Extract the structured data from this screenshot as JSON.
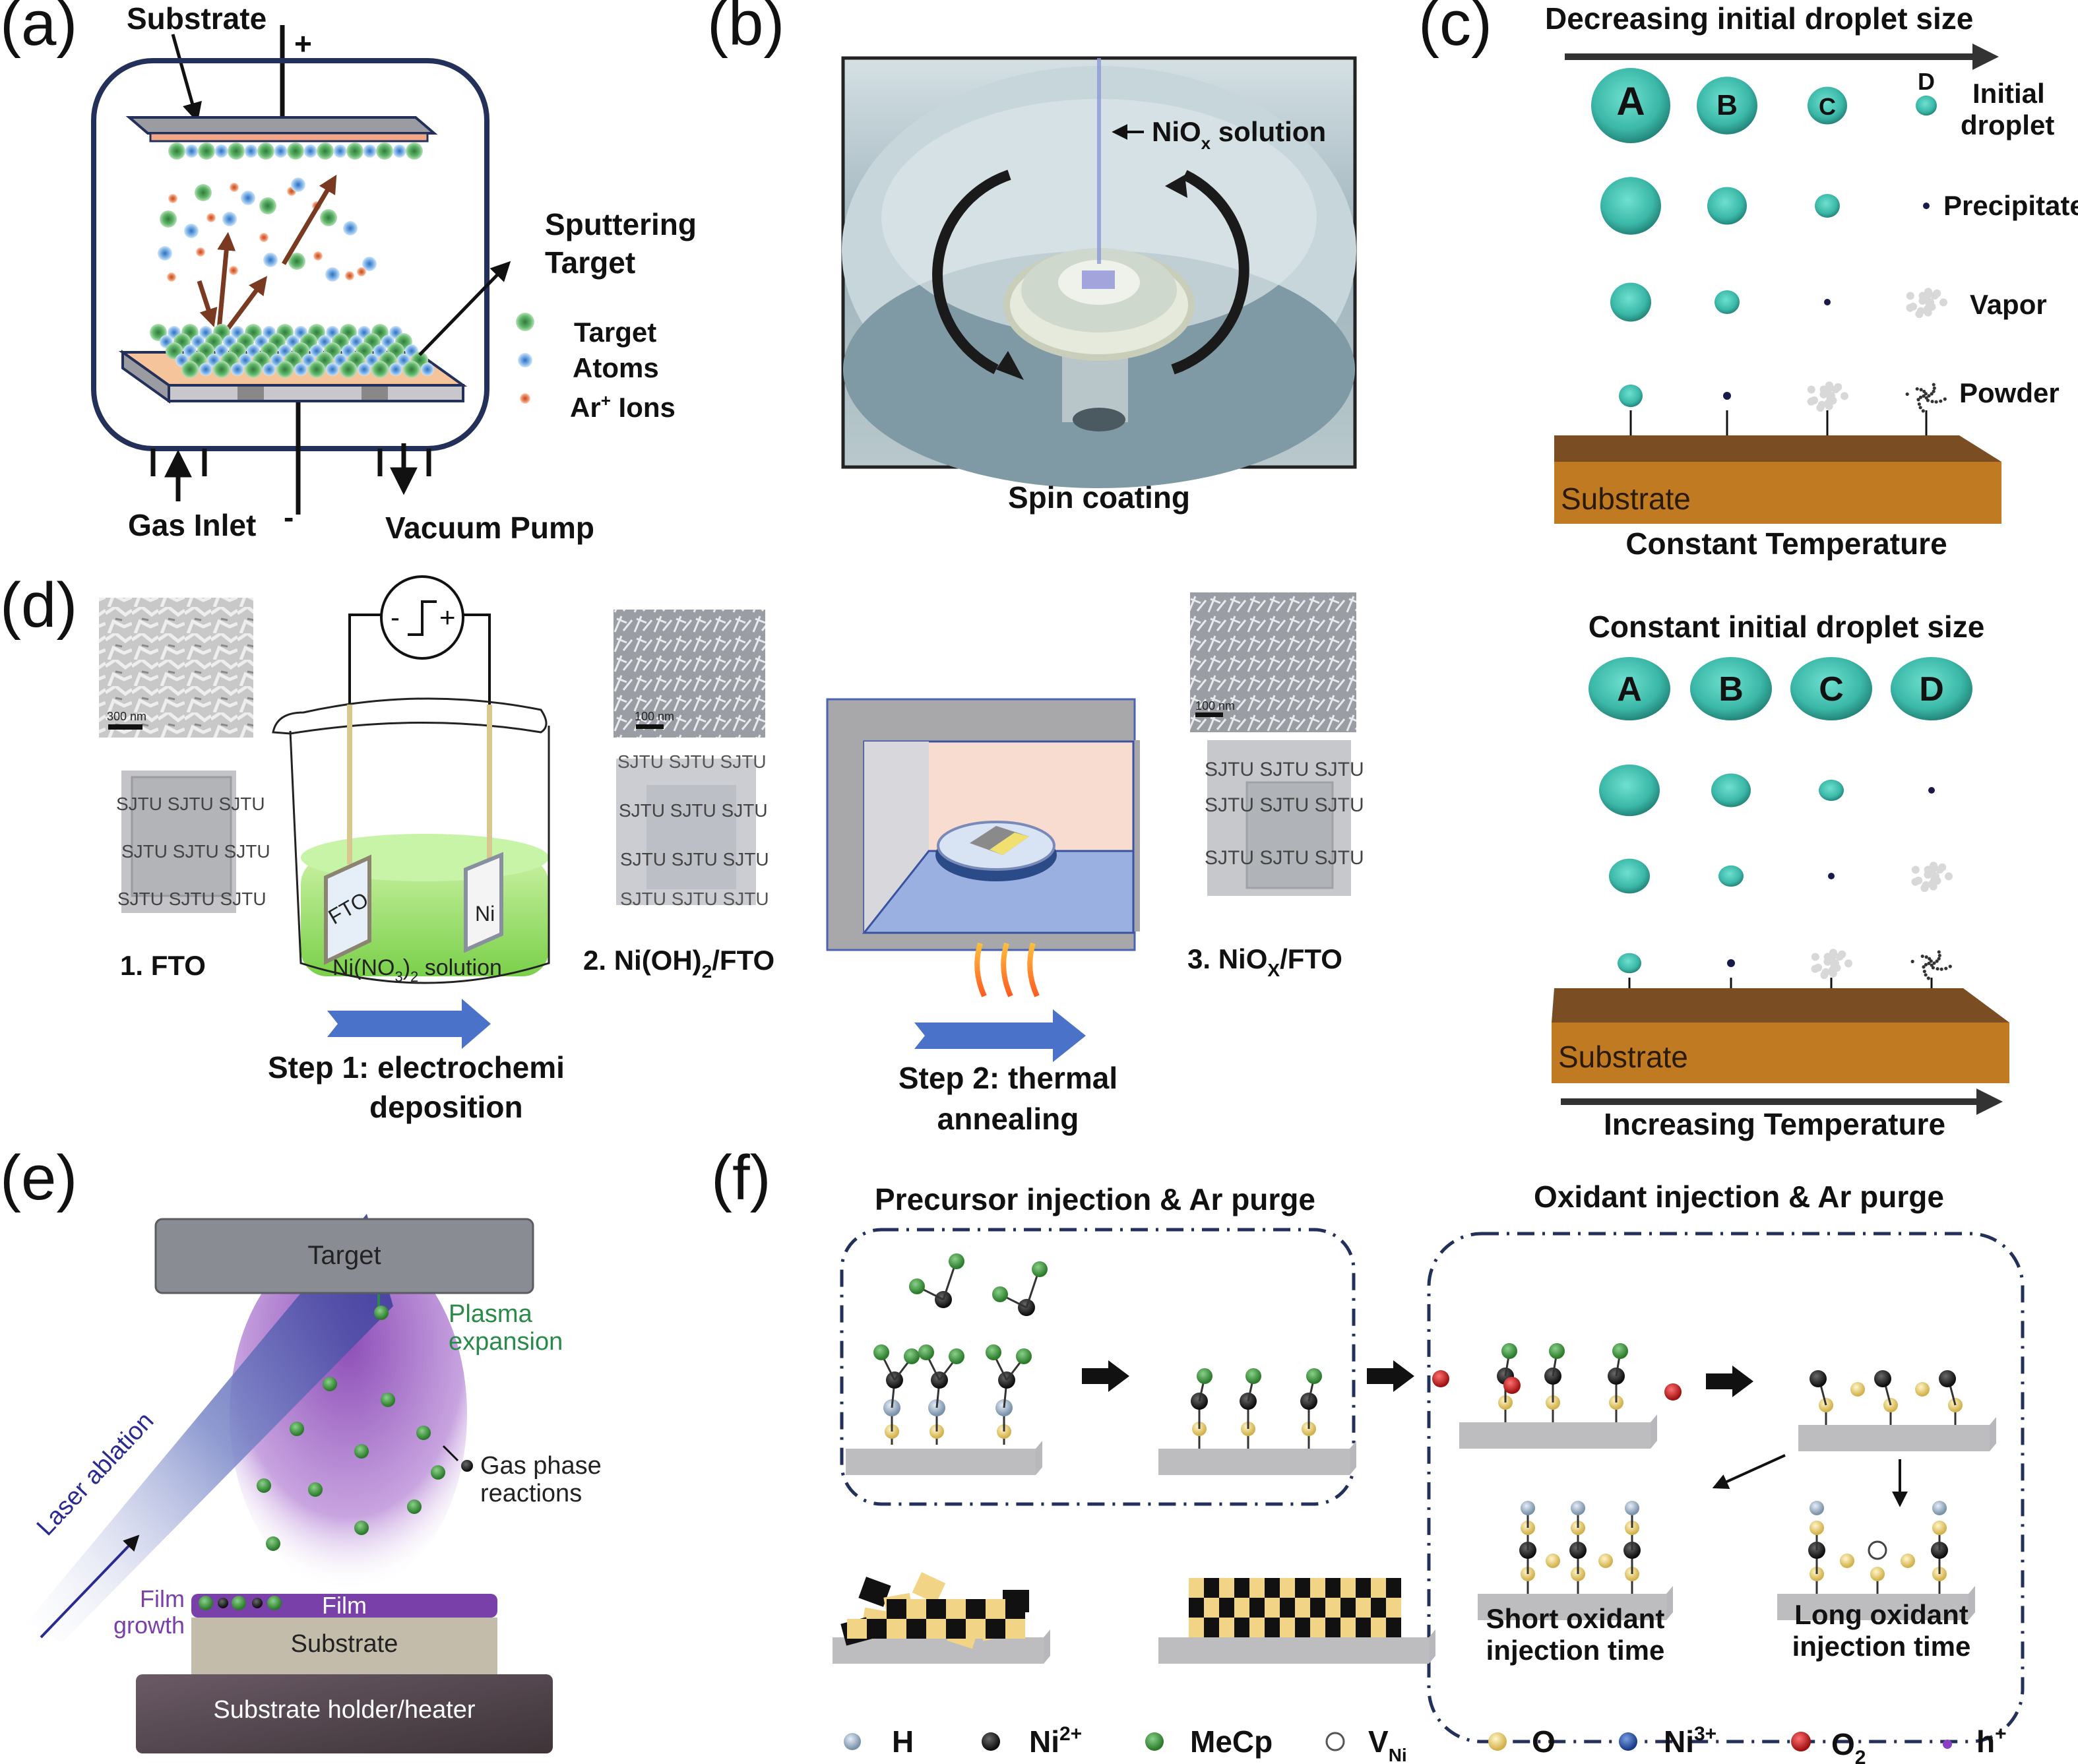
{
  "figure": {
    "panels": {
      "a": {
        "label": "(a)",
        "substrate": "Substrate",
        "plus": "+",
        "minus": "-",
        "sputtering_target_1": "Sputtering",
        "sputtering_target_2": "Target",
        "legend": [
          {
            "text": "Target",
            "color": "#4fa85a"
          },
          {
            "text": "Atoms",
            "color": "#4a90d9"
          },
          {
            "text": "Ar",
            "sup": "+",
            "text2": " Ions",
            "color": "#e07040"
          }
        ],
        "gas_inlet": "Gas Inlet",
        "vacuum_pump": "Vacuum Pump"
      },
      "b": {
        "label": "(b)",
        "solution_main": "NiO",
        "solution_sub": "x",
        "solution_rest": " solution",
        "caption": "Spin coating"
      },
      "c": {
        "label": "(c)",
        "top_title": "Decreasing initial droplet size",
        "column_letters": [
          "A",
          "B",
          "C",
          "D"
        ],
        "row_labels": {
          "initial_1": "Initial",
          "initial_2": "droplet",
          "precipitate": "Precipitate",
          "vapor": "Vapor",
          "powder": "Powder"
        },
        "substrate": "Substrate",
        "top_caption": "Constant Temperature",
        "bottom_title": "Constant initial droplet size",
        "bottom_caption": "Increasing Temperature",
        "droplet_color": "#40c0b0",
        "substrate_color": "#c07a22"
      },
      "d": {
        "label": "(d)",
        "sem_scale_1": "300 nm",
        "sem_scale_2": "100 nm",
        "sem_scale_3": "100 nm",
        "photo_text": "SJTU SJTU SJTU",
        "step1_label": "1. FTO",
        "step2_main": "2. Ni(OH)",
        "step2_sub": "2",
        "step2_rest": "/FTO",
        "step3_main": "3. NiO",
        "step3_sub": "X",
        "step3_rest": "/FTO",
        "electrode_left": "FTO",
        "electrode_right": "Ni",
        "solution_main": "Ni(NO",
        "solution_sub1": "3",
        "solution_mid": ")",
        "solution_sub2": "2",
        "solution_rest": " solution",
        "power_minus": "-",
        "power_plus": "+",
        "step1_caption_1": "Step 1: electrochemi",
        "step1_caption_2": "deposition",
        "step2_caption_1": "Step 2: thermal",
        "step2_caption_2": "annealing"
      },
      "e": {
        "label": "(e)",
        "target": "Target",
        "plasma_1": "Plasma",
        "plasma_2": "expansion",
        "laser": "Laser ablation",
        "gas_1": "Gas phase",
        "gas_2": "reactions",
        "film_growth_1": "Film",
        "film_growth_2": "growth",
        "film": "Film",
        "substrate": "Substrate",
        "holder": "Substrate holder/heater"
      },
      "f": {
        "label": "(f)",
        "precursor_title": "Precursor injection & Ar purge",
        "oxidant_title": "Oxidant injection & Ar purge",
        "short_1": "Short oxidant",
        "short_2": "injection time",
        "long_1": "Long oxidant",
        "long_2": "injection time",
        "legend": [
          {
            "name": "H",
            "color": "#a8bcd0"
          },
          {
            "name": "Ni",
            "sup": "2+",
            "color": "#1a1a1a"
          },
          {
            "name": "MeCp",
            "color": "#3a9a3a"
          },
          {
            "name": "V",
            "sub": "Ni",
            "color": "#ffffff"
          },
          {
            "name": "O",
            "color": "#e8d070"
          },
          {
            "name": "Ni",
            "sup": "3+",
            "color": "#2a5aa8"
          },
          {
            "name": "O",
            "sub": "2",
            "color": "#cc1a1a"
          },
          {
            "name": "h",
            "sup": "+",
            "color": "#8a40c0"
          }
        ]
      }
    }
  }
}
